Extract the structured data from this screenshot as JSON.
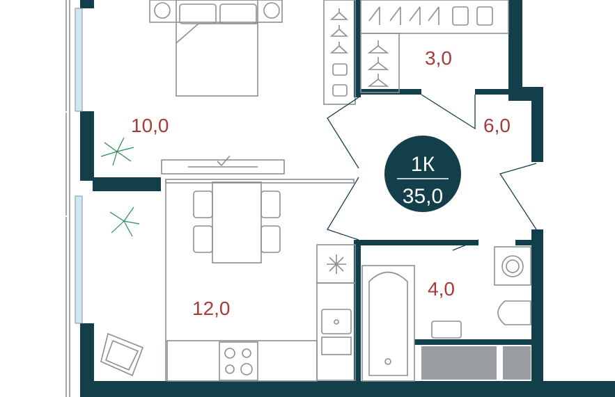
{
  "colors": {
    "wall": "#123f4a",
    "label": "#a83a3a",
    "fixture": "#8a8f94",
    "plant": "#2a8a5a",
    "window": "#cfe7f3",
    "badge_bg": "#123f4a",
    "badge_text": "#ffffff"
  },
  "badge": {
    "type": "1К",
    "total_area": "35,0"
  },
  "rooms": {
    "bedroom": "10,0",
    "closet": "3,0",
    "hall": "6,0",
    "kitchen": "12,0",
    "bathroom": "4,0"
  },
  "icons": [
    "bed-icon",
    "hanger-icon",
    "plant-icon",
    "dining-table-icon",
    "snowflake-icon",
    "sink-icon",
    "stove-icon",
    "bathtub-icon",
    "washing-machine-icon",
    "toilet-icon",
    "armchair-icon"
  ]
}
